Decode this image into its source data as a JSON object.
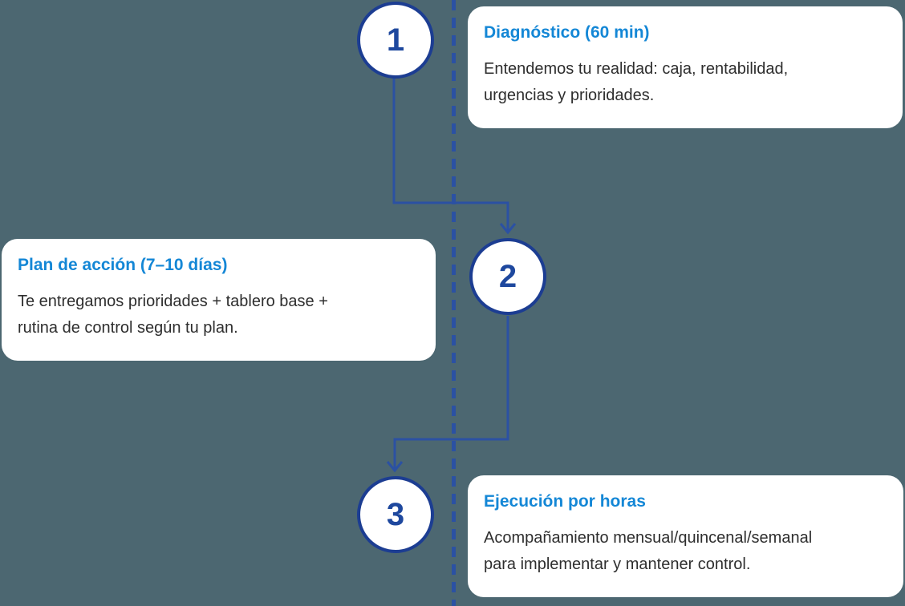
{
  "diagram_type": "process-timeline",
  "colors": {
    "background": "#4c6771",
    "card_background": "#ffffff",
    "heading_blue": "#1487d6",
    "body_text": "#2e2e2e",
    "circle_border_navy": "#1c3d92",
    "number_navy": "#1e489e",
    "connector_blue": "#2b51a3"
  },
  "steps": [
    {
      "number": "1",
      "title": "Diagnóstico (60 min)",
      "lines": [
        "Entendemos tu realidad: caja, rentabilidad,",
        "urgencias y prioridades."
      ]
    },
    {
      "number": "2",
      "title": "Plan de acción (7–10 días)",
      "lines": [
        "Te entregamos prioridades + tablero base +",
        "rutina de control según tu plan."
      ]
    },
    {
      "number": "3",
      "title": "Ejecución por horas",
      "lines": [
        "Acompañamiento mensual/quincenal/semanal",
        "para implementar y mantener control."
      ]
    }
  ]
}
